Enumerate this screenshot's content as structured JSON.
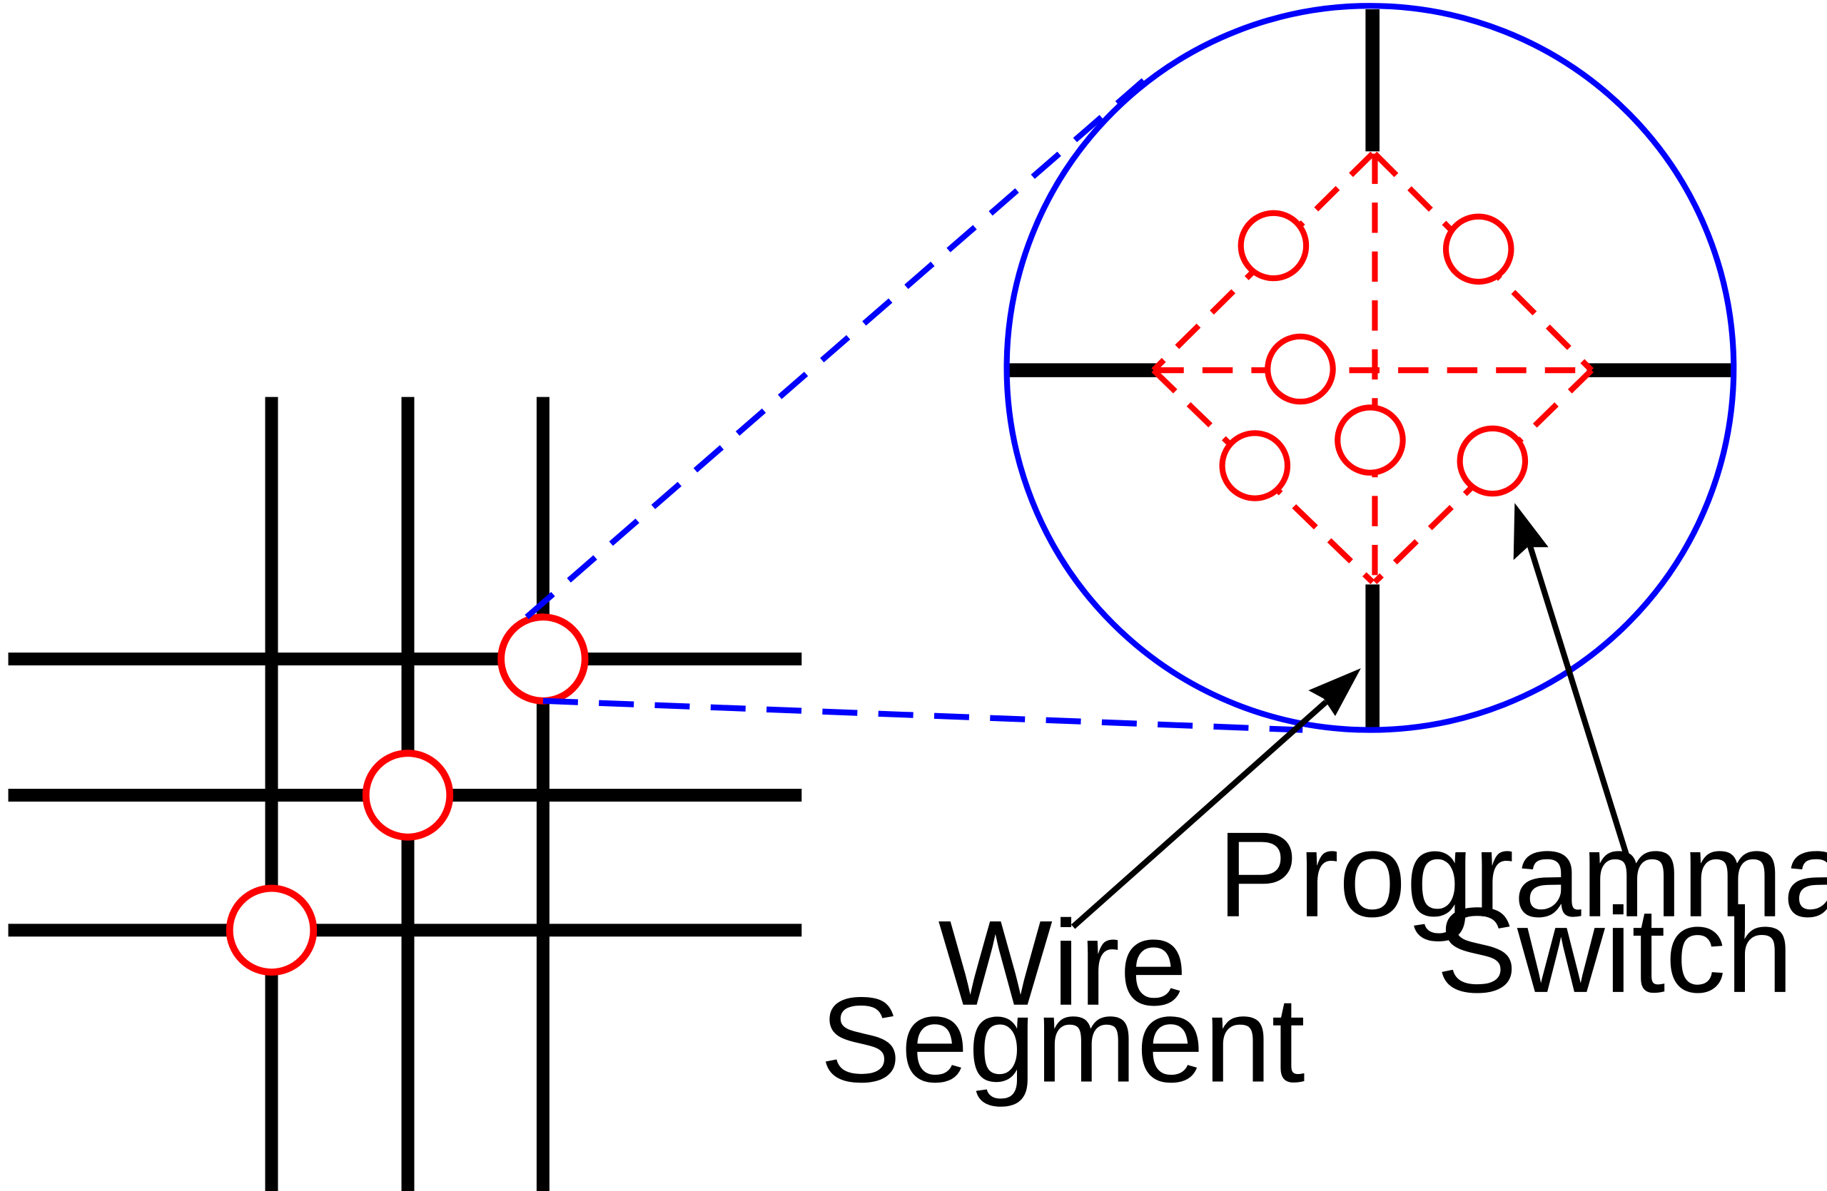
{
  "labels": {
    "wire_segment_line1": "Wire",
    "wire_segment_line2": "Segment",
    "programmable_switch_line1": "Programmable",
    "programmable_switch_line2": "Switch"
  },
  "colors": {
    "wire": "#000000",
    "switch": "#ff0000",
    "zoom": "#0000ff",
    "background": "#ffffff"
  }
}
